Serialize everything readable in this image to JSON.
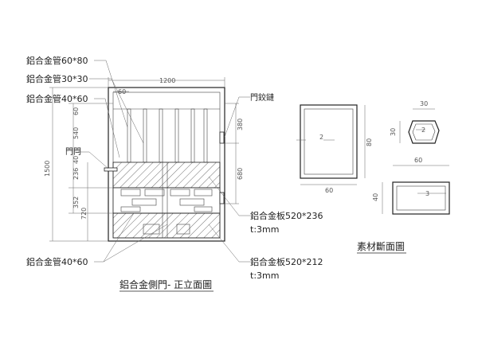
{
  "elevation": {
    "title": "鋁合金側門- 正立面圖",
    "labels": {
      "pipe_60x80": "鋁合金管60*80",
      "pipe_30x30": "鋁合金管30*30",
      "pipe_40x60_top": "鋁合金管40*60",
      "latch": "門閂",
      "hinge": "門鉸鏈",
      "plate_236": "鋁合金板520*236",
      "plate_236_t": "t:3mm",
      "plate_212": "鋁合金板520*212",
      "plate_212_t": "t:3mm",
      "pipe_40x60_bottom": "鋁合金管40*60"
    },
    "dims": {
      "width": "1200",
      "top_60": "60",
      "left_60": "60",
      "left_540": "540",
      "left_236": "236",
      "left_40": "40",
      "left_352": "352",
      "left_720": "720",
      "total_1500": "1500",
      "right_380": "380",
      "right_680": "680"
    }
  },
  "section": {
    "title": "素材斷面圖",
    "s1": {
      "width": "60",
      "height": "80",
      "thickness": "2"
    },
    "s2": {
      "width": "30",
      "height": "30",
      "thickness": "2"
    },
    "s3": {
      "width": "60",
      "height": "40",
      "thickness": "3"
    }
  }
}
